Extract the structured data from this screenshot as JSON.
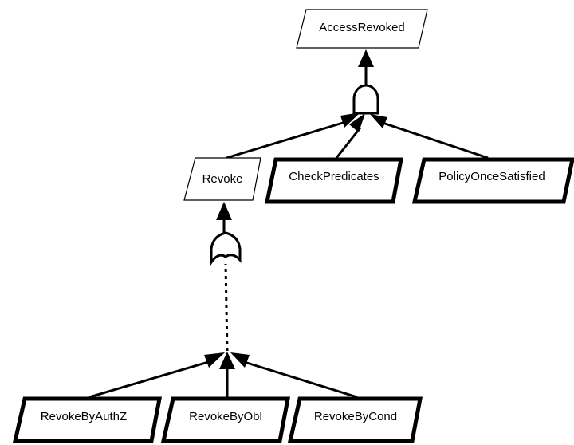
{
  "nodes": {
    "access_revoked": "AccessRevoked",
    "revoke": "Revoke",
    "check_predicates": "CheckPredicates",
    "policy_once_satisfied": "PolicyOnceSatisfied",
    "revoke_by_authz": "RevokeByAuthZ",
    "revoke_by_obl": "RevokeByObl",
    "revoke_by_cond": "RevokeByCond"
  },
  "gates": {
    "top": "and-gate-icon",
    "middle": "or-gate-icon"
  }
}
